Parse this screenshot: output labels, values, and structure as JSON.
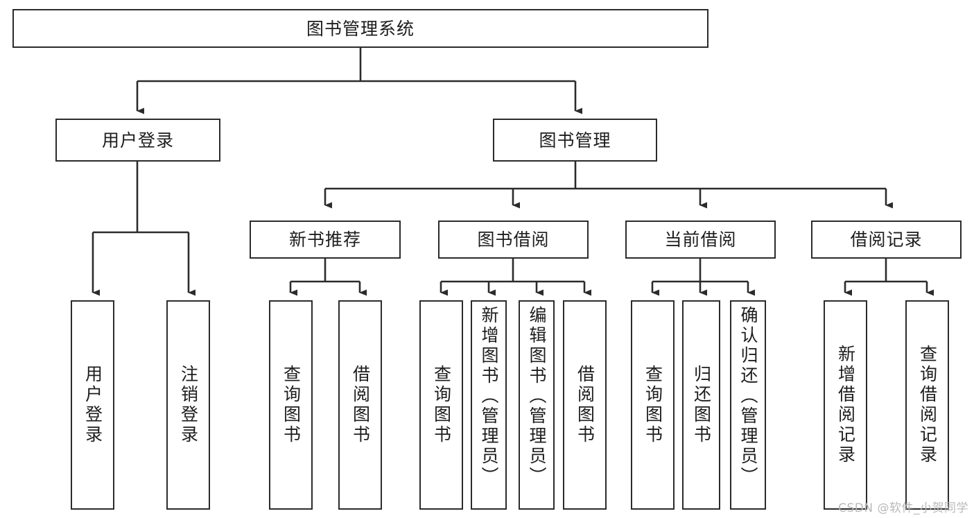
{
  "diagram": {
    "title": "图书管理系统",
    "root": {
      "label": "图书管理系统"
    },
    "level1": [
      {
        "label": "用户登录"
      },
      {
        "label": "图书管理"
      }
    ],
    "level2": [
      {
        "label": "新书推荐"
      },
      {
        "label": "图书借阅"
      },
      {
        "label": "当前借阅"
      },
      {
        "label": "借阅记录"
      }
    ],
    "leaves": {
      "user_login": [
        {
          "label": "用户登录"
        },
        {
          "label": "注销登录"
        }
      ],
      "new_book_recommend": [
        {
          "label": "查询图书"
        },
        {
          "label": "借阅图书"
        }
      ],
      "book_borrow": [
        {
          "label": "查询图书"
        },
        {
          "label": "新增图书（管理员）"
        },
        {
          "label": "编辑图书（管理员）"
        },
        {
          "label": "借阅图书"
        }
      ],
      "current_borrow": [
        {
          "label": "查询图书"
        },
        {
          "label": "归还图书"
        },
        {
          "label": "确认归还（管理员）"
        }
      ],
      "borrow_record": [
        {
          "label": "新增借阅记录"
        },
        {
          "label": "查询借阅记录"
        }
      ]
    },
    "watermark": "CSDN @软件_小贺同学",
    "colors": {
      "border": "#2b2b2b",
      "background": "#ffffff",
      "text": "#1d1d1d",
      "watermark": "#b9b9b9"
    }
  }
}
